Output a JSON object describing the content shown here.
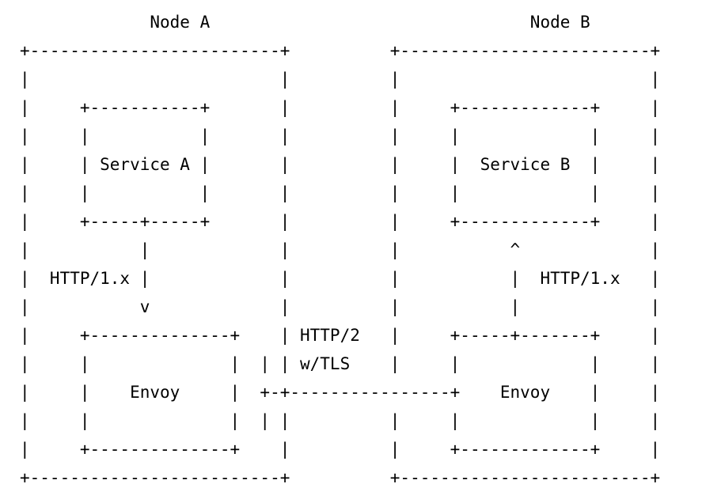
{
  "diagram": {
    "kind": "ascii-art",
    "description": "Service mesh sidecar topology: two nodes each containing a service and an Envoy proxy",
    "colors": {
      "background": "#ffffff",
      "text": "#000000"
    },
    "nodes": [
      {
        "id": "node-a",
        "title": "Node A",
        "service_label": "Service A",
        "proxy_label": "Envoy",
        "internal_protocol": "HTTP/1.x",
        "internal_direction": "down"
      },
      {
        "id": "node-b",
        "title": "Node B",
        "service_label": "Service B",
        "proxy_label": "Envoy",
        "internal_protocol": "HTTP/1.x",
        "internal_direction": "up"
      }
    ],
    "link": {
      "protocol_line_1": "HTTP/2",
      "protocol_line_2": "w/TLS",
      "direction": "a-to-b",
      "arrow_glyph": ">"
    },
    "glyphs": {
      "corner": "+",
      "horizontal": "-",
      "vertical": "|",
      "arrow_down": "v",
      "arrow_up": "^",
      "arrow_right": ">"
    },
    "art": "             Node A                                Node B\n+-------------------------+          +-------------------------+\n|                         |          |                         |\n|     +-----------+       |          |     +-------------+     |\n|     |           |       |          |     |             |     |\n|     | Service A |       |          |     |  Service B  |     |\n|     |           |       |          |     |             |     |\n|     +-----+-----+       |          |     +-------------+     |\n|           |             |          |           ^             |\n|  HTTP/1.x |             |          |           |  HTTP/1.x   |\n|           v             |          |           |             |\n|     +--------------+    | HTTP/2   |     +-----+-------+     |\n|     |              |  | | w/TLS    |     |             |     |\n|     |    Envoy     |  +-+----------------+    Envoy    |     |\n|     |              |  | |          |     |             |     |\n|     +--------------+    |          |     +-------------+     |\n+-------------------------+          +-------------------------+"
  }
}
